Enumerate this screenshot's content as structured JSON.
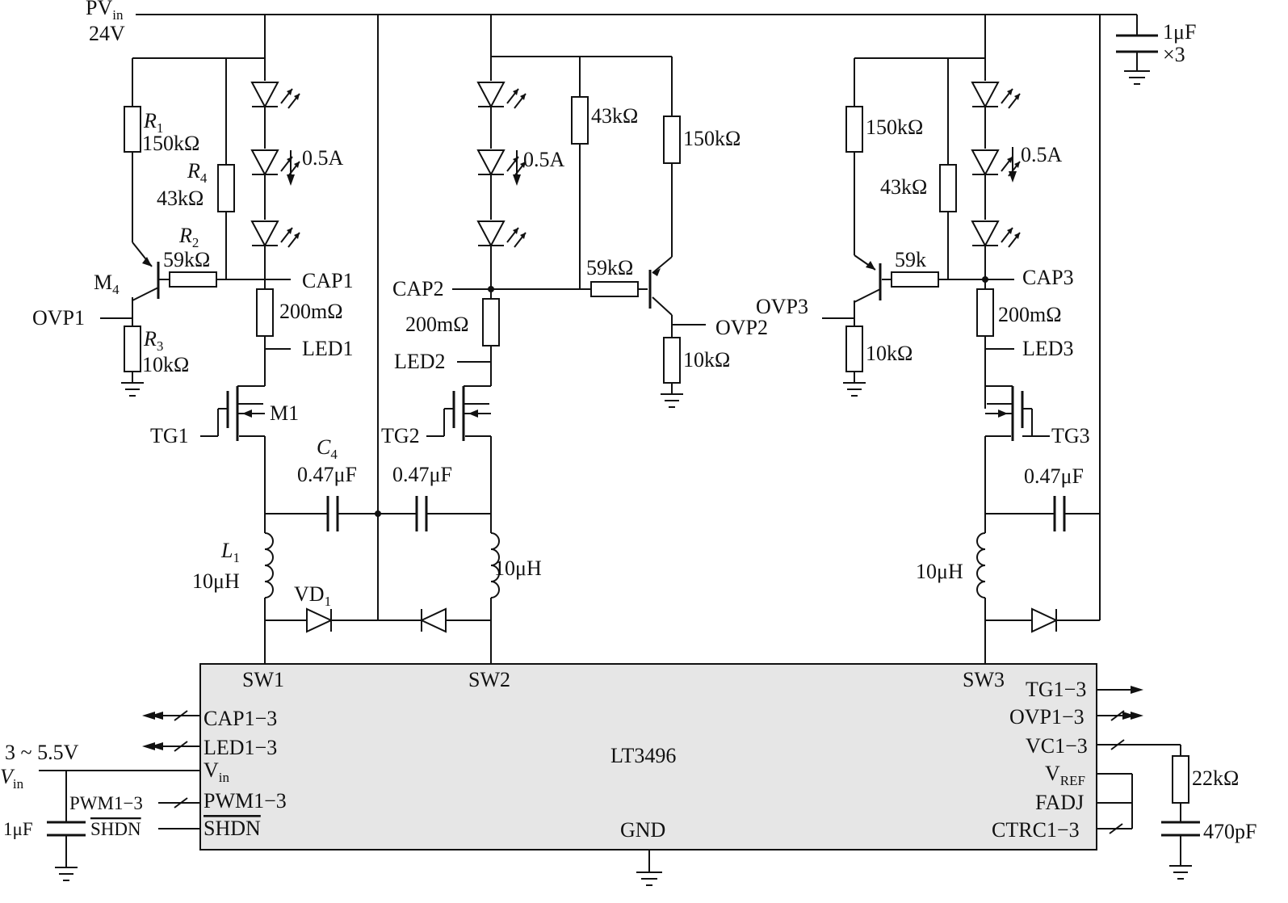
{
  "colors": {
    "ink": "#111111",
    "chip_fill": "#e6e6e6",
    "paper": "#ffffff"
  },
  "supply": {
    "name": "PV",
    "name_sub": "in",
    "voltage": "24V"
  },
  "input_caps": {
    "value": "1μF",
    "count": "×3"
  },
  "ch1": {
    "r1_ref": "R",
    "r1_ref_sub": "1",
    "r1_value": "150kΩ",
    "r4_ref": "R",
    "r4_ref_sub": "4",
    "r4_value": "43kΩ",
    "r2_ref": "R",
    "r2_ref_sub": "2",
    "r2_value": "59kΩ",
    "r3_ref": "R",
    "r3_ref_sub": "3",
    "r3_value": "10kΩ",
    "transistor_ref": "M",
    "transistor_ref_sub": "4",
    "led_current": "0.5A",
    "cap_net": "CAP1",
    "ovp_net": "OVP1",
    "sense_value": "200mΩ",
    "led_net": "LED1",
    "mosfet_ref": "M1",
    "tg_net": "TG1",
    "coupling_cap_ref": "C",
    "coupling_cap_ref_sub": "4",
    "coupling_cap_value": "0.47μF",
    "inductor_ref": "L",
    "inductor_ref_sub": "1",
    "inductor_value": "10μH",
    "diode_ref": "VD",
    "diode_ref_sub": "1"
  },
  "ch2": {
    "r_top_value": "43kΩ",
    "r_top2_value": "150kΩ",
    "r_base_value": "59kΩ",
    "r_ovp_value": "10kΩ",
    "led_current": "0.5A",
    "cap_net": "CAP2",
    "ovp_net": "OVP2",
    "sense_value": "200mΩ",
    "led_net": "LED2",
    "tg_net": "TG2",
    "coupling_cap_value": "0.47μF",
    "inductor_value": "10μH"
  },
  "ch3": {
    "r_top_value": "150kΩ",
    "r_mid_value": "43kΩ",
    "r_base_value": "59k",
    "r_ovp_value": "10kΩ",
    "led_current": "0.5A",
    "cap_net": "CAP3",
    "ovp_net": "OVP3",
    "sense_value": "200mΩ",
    "led_net": "LED3",
    "tg_net": "TG3",
    "coupling_cap_value": "0.47μF",
    "inductor_value": "10μH"
  },
  "chip": {
    "name": "LT3496",
    "pins": {
      "sw1": "SW1",
      "sw2": "SW2",
      "sw3": "SW3",
      "cap": "CAP1−3",
      "led": "LED1−3",
      "vin": "V",
      "vin_sub": "in",
      "pwm": "PWM1−3",
      "shdn": "SHDN",
      "gnd": "GND",
      "tg": "TG1−3",
      "ovp": "OVP1−3",
      "vc": "VC1−3",
      "vref": "V",
      "vref_sub": "REF",
      "fadj": "FADJ",
      "ctrl": "CTRC1−3"
    }
  },
  "input_side": {
    "vin_range": "3 ~ 5.5V",
    "vin_label": "V",
    "vin_label_sub": "in",
    "pwm_label": "PWM1−3",
    "shdn_label": "SHDN",
    "cap_value": "1μF"
  },
  "compensation": {
    "r_value": "22kΩ",
    "c_value": "470pF"
  }
}
